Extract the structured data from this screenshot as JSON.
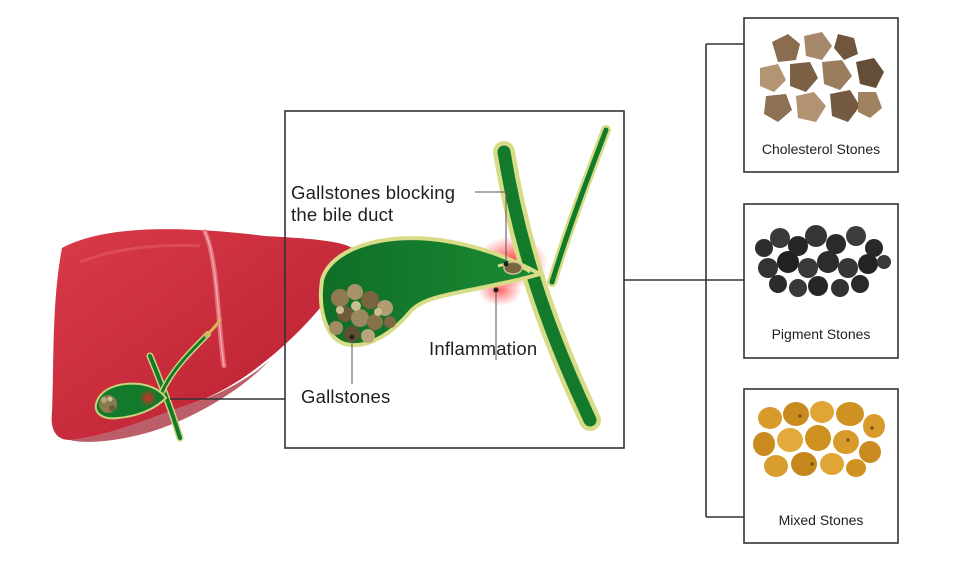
{
  "labels": {
    "blocking": "Gallstones blocking\nthe bile duct",
    "inflammation": "Inflammation",
    "gallstones": "Gallstones"
  },
  "stone_types": [
    {
      "label": "Cholesterol Stones",
      "color": "#8a6d4f"
    },
    {
      "label": "Pigment Stones",
      "color": "#2e2e2e"
    },
    {
      "label": "Mixed Stones",
      "color": "#d89a2a"
    }
  ],
  "colors": {
    "liver": "#c8283a",
    "liver_shadow": "#a81e2e",
    "gallbladder": "#137a2c",
    "gallbladder_outline": "#cfd77a",
    "inflammation_glow": "#ff2a2a",
    "frame": "#333333"
  },
  "icons": {
    "organ": "liver-gallbladder-illustration",
    "detail": "gallbladder-bile-duct-closeup"
  }
}
